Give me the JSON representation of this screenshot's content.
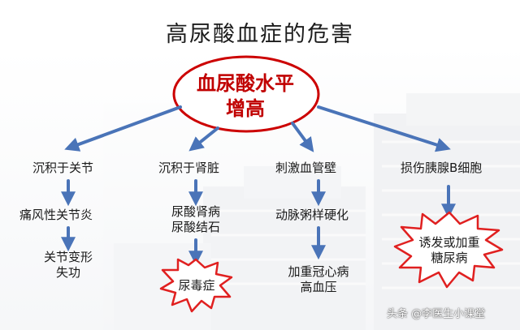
{
  "title": "高尿酸血症的危害",
  "center": {
    "line1": "血尿酸水平",
    "line2": "增高"
  },
  "branches": [
    {
      "cause": "沉积于关节",
      "effects": [
        "痛风性关节炎",
        [
          "关节变形",
          "失功"
        ]
      ]
    },
    {
      "cause": "沉积于肾脏",
      "effects": [
        [
          "尿酸肾病",
          "尿酸结石"
        ],
        "尿毒症"
      ]
    },
    {
      "cause": "刺激血管壁",
      "effects": [
        "动脉粥样硬化",
        [
          "加重冠心病",
          "高血压"
        ]
      ]
    },
    {
      "cause": "损伤胰腺B细胞",
      "effects": [
        [
          "诱发或加重",
          "糖尿病"
        ]
      ]
    }
  ],
  "watermark": "头条 @李医生小课堂",
  "colors": {
    "arrow": "#4a74b8",
    "center_text": "#c00000",
    "burst_stroke": "#e02020",
    "ellipse_stroke": "#cc0000"
  }
}
